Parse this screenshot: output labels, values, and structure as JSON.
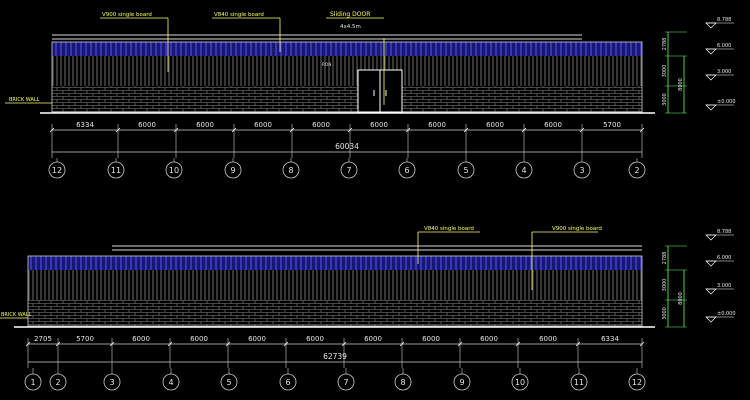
{
  "top": {
    "callouts": {
      "v900": "V900 single board",
      "v840": "V840 single board",
      "door_title": "Sliding DOOR",
      "door_size": "4x4.5m"
    },
    "small_label": "P.ON",
    "brick_wall": "BRICK WALL",
    "right_dims": [
      "2788",
      "3000",
      "3000",
      "8000"
    ],
    "levels": [
      "8.788",
      "6.000",
      "3.000",
      "±0.000"
    ],
    "dims": [
      "6334",
      "6000",
      "6000",
      "6000",
      "6000",
      "6000",
      "6000",
      "6000",
      "6000",
      "5700"
    ],
    "total": "60034",
    "grid": [
      "12",
      "11",
      "10",
      "9",
      "8",
      "7",
      "6",
      "5",
      "4",
      "3",
      "2"
    ]
  },
  "bottom": {
    "callouts": {
      "v840": "V840 single board",
      "v900": "V900 single board"
    },
    "brick_wall": "BRICK WALL",
    "right_dims": [
      "2788",
      "3000",
      "3000",
      "8000"
    ],
    "levels": [
      "8.788",
      "6.000",
      "3.000",
      "±0.000"
    ],
    "dims": [
      "2705",
      "5700",
      "6000",
      "6000",
      "6000",
      "6000",
      "6000",
      "6000",
      "6000",
      "6000",
      "6334"
    ],
    "total": "62739",
    "grid": [
      "1",
      "2",
      "3",
      "4",
      "5",
      "6",
      "7",
      "8",
      "9",
      "10",
      "11",
      "12"
    ]
  }
}
